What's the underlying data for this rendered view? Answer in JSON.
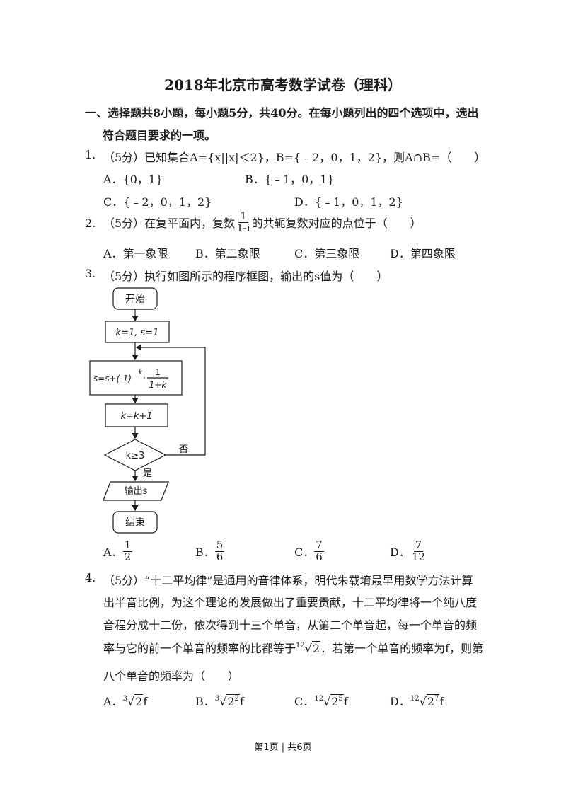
{
  "title": "2018年北京市高考数学试卷（理科）",
  "section1": {
    "line1": "一、选择题共8小题，每小题5分，共40分。在每小题列出的四个选项中，选出",
    "line2": "符合题目要求的一项。"
  },
  "q1": {
    "num": "1.",
    "text": "（5分）已知集合A={x||x|＜2}，B={﹣2，0，1，2}，则A∩B=（　　）",
    "options": [
      "A．{0，1}",
      "B．{﹣1，0，1}",
      "C．{﹣2，0，1，2}",
      "D．{﹣1，0，1，2}"
    ]
  },
  "q2": {
    "num": "2.",
    "pre": "（5分）在复平面内，复数",
    "frac_num": "1",
    "frac_den": "1-i",
    "post": "的共轭复数对应的点位于（　　）",
    "options": [
      "A．第一象限",
      "B．第二象限",
      "C．第三象限",
      "D．第四象限"
    ]
  },
  "q3": {
    "num": "3.",
    "text": "（5分）执行如图所示的程序框图，输出的s值为（　　）",
    "flow": {
      "start": "开始",
      "init": "k=1, s=1",
      "update_s_pre": "s=s+(-1)",
      "update_s_exp": "k",
      "update_s_dot": "·",
      "update_s_num": "1",
      "update_s_den": "1+k",
      "update_k": "k=k+1",
      "cond": "k≥3",
      "no": "否",
      "yes": "是",
      "output": "输出s",
      "end": "结束"
    },
    "options": [
      {
        "label": "A．",
        "num": "1",
        "den": "2"
      },
      {
        "label": "B．",
        "num": "5",
        "den": "6"
      },
      {
        "label": "C．",
        "num": "7",
        "den": "6"
      },
      {
        "label": "D．",
        "num": "7",
        "den": "12"
      }
    ]
  },
  "q4": {
    "num": "4.",
    "line1": "（5分）“十二平均律”是通用的音律体系，明代朱载堉最早用数学方法计算",
    "line2": "出半音比例，为这个理论的发展做出了重要贡献，十二平均律将一个纯八度",
    "line3": "音程分成十二份，依次得到十三个单音，从第二个单音起，每一个单音的频",
    "line4_pre": "率与它的前一个单音的频率的比都等于",
    "line4_idx": "12",
    "line4_rad": "2",
    "line4_post": "．若第一个单音的频率为f，则第",
    "line5": "八个单音的频率为（　　）",
    "options": [
      {
        "label": "A．",
        "idx": "3",
        "base": "2",
        "exp": "",
        "tail": "f"
      },
      {
        "label": "B．",
        "idx": "3",
        "base": "2",
        "exp": "2",
        "tail": "f"
      },
      {
        "label": "C．",
        "idx": "12",
        "base": "2",
        "exp": "5",
        "tail": "f"
      },
      {
        "label": "D．",
        "idx": "12",
        "base": "2",
        "exp": "7",
        "tail": "f"
      }
    ]
  },
  "footer": "第1页 | 共6页"
}
